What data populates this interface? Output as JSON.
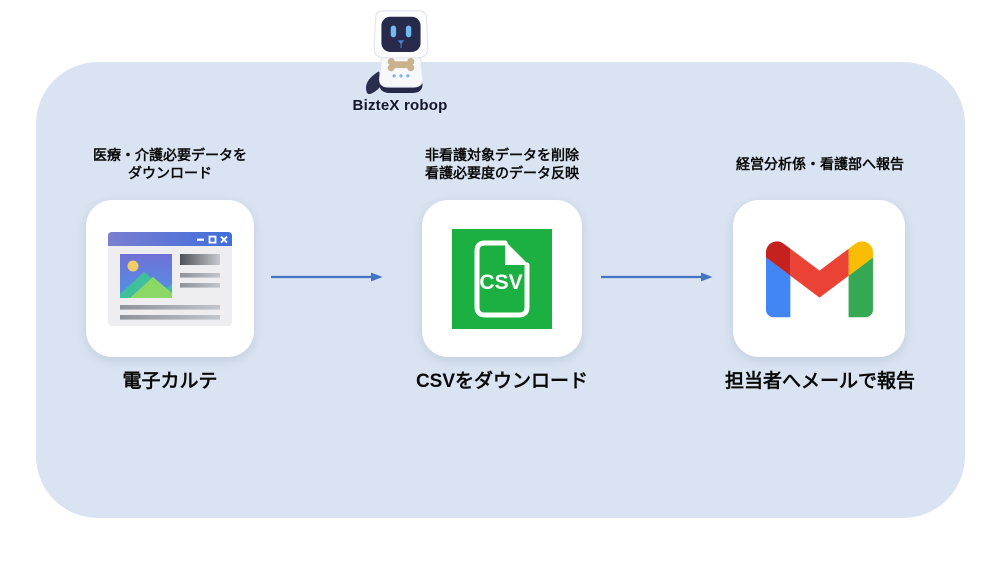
{
  "mascot": {
    "name": "BizteX robop"
  },
  "steps": [
    {
      "icon": "browser-window-icon",
      "label_line1": "医療・介護必要データを",
      "label_line2": "ダウンロード",
      "caption": "電子カルテ"
    },
    {
      "icon": "csv-file-icon",
      "label_line1": "非看護対象データを削除",
      "label_line2": "看護必要度のデータ反映",
      "caption": "CSVをダウンロード",
      "file_type": "CSV"
    },
    {
      "icon": "gmail-icon",
      "label_line1": "経営分析係・看護部へ報告",
      "label_line2": "",
      "caption": "担当者へメールで報告"
    }
  ],
  "colors": {
    "panel_bg": "#D9E3F1",
    "arrow": "#4472C4",
    "csv_green": "#1CB043",
    "gmail_blue": "#4285F4",
    "gmail_red": "#EA4335",
    "gmail_yellow": "#FBBC04",
    "gmail_green": "#34A853",
    "gmail_dark_red": "#C5221F",
    "browser_titlebar_left": "#7A7FD1",
    "browser_titlebar_right": "#3F6EDB"
  }
}
